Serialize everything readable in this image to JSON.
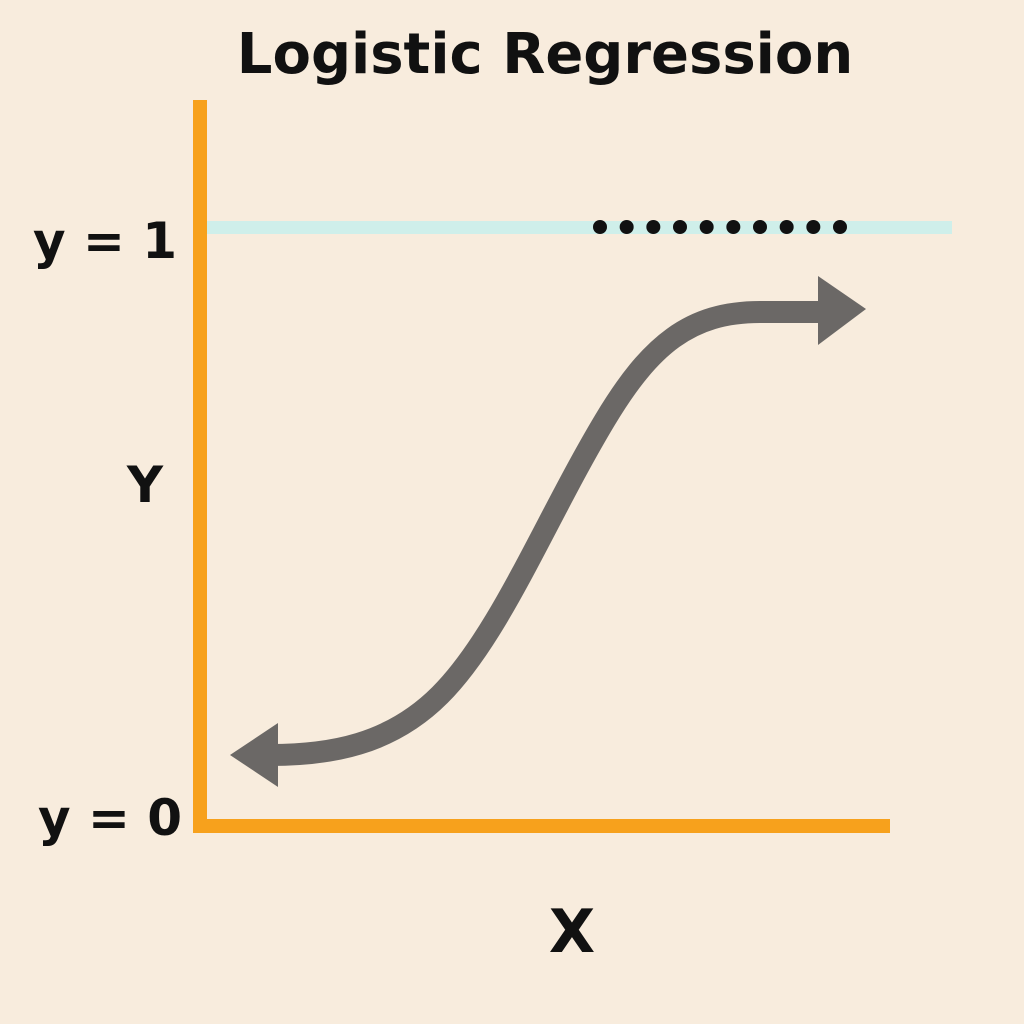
{
  "title": "Logistic Regression",
  "labels": {
    "y_one": "y = 1",
    "y_zero": "y = 0",
    "y_axis": "Y",
    "x_axis": "X"
  },
  "colors": {
    "background": "#F8ECDD",
    "axis": "#F7A11C",
    "upper_bound_line": "#CFEFEA",
    "curve": "#6B6866",
    "dots": "#111111",
    "text": "#111111"
  },
  "dots": {
    "count": 10
  }
}
